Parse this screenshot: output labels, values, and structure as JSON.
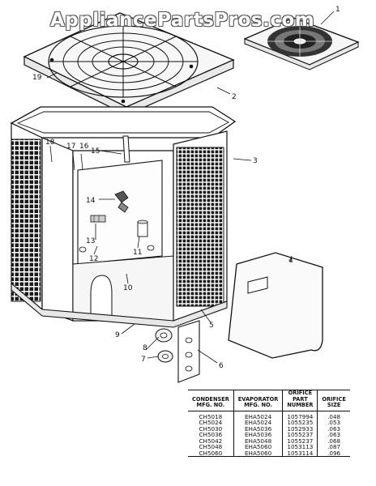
{
  "watermark": "AppliancePartsPros.com",
  "callouts": {
    "c1": "1",
    "c2": "2",
    "c3": "3",
    "c4": "4",
    "c5": "5",
    "c6": "6",
    "c7": "7",
    "c8": "8",
    "c9": "9",
    "c10": "10",
    "c11": "11",
    "c12": "12",
    "c13": "13",
    "c14": "14",
    "c15": "15",
    "c16": "16",
    "c17": "17",
    "c18": "18",
    "c19": "19"
  },
  "table": {
    "headers": {
      "condenser": [
        "CONDENSER",
        "MFG. NO."
      ],
      "evaporator": [
        "EVAPORATOR",
        "MFG. NO."
      ],
      "orifice_part": [
        "ORIFICE",
        "PART",
        "NUMBER"
      ],
      "orifice_size": [
        "ORIFICE",
        "SIZE"
      ]
    },
    "rows": [
      [
        "CH5018",
        "EHA5024",
        "1057994",
        ".048"
      ],
      [
        "CH5024",
        "EHA5024",
        "1055235",
        ".053"
      ],
      [
        "CH5030",
        "EHA5036",
        "1052933",
        ".063"
      ],
      [
        "CH5036",
        "EHA5036",
        "1055237",
        ".063"
      ],
      [
        "CH5042",
        "EHA5048",
        "1055237",
        ".068"
      ],
      [
        "CH5048",
        "EHA5060",
        "1053113",
        ".087"
      ],
      [
        "CH5060",
        "EHA5060",
        "1053114",
        ".096"
      ]
    ]
  }
}
